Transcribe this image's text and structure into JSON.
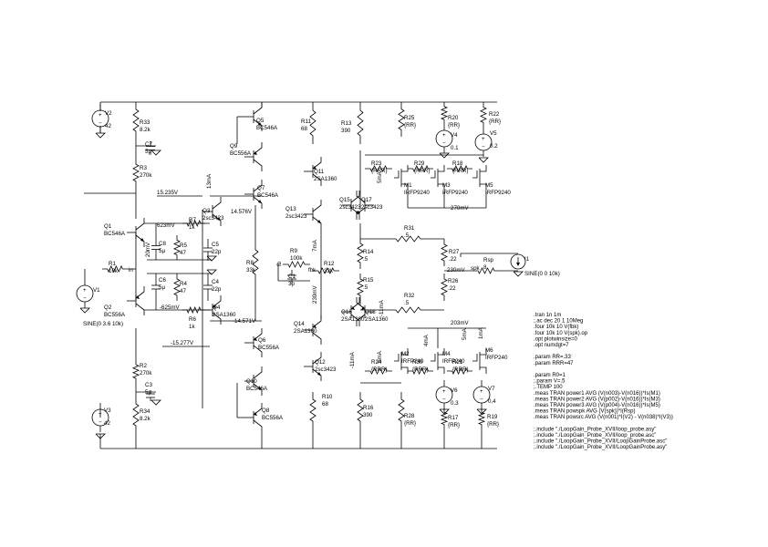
{
  "components": [
    {
      "ref": "V2",
      "value": "42"
    },
    {
      "ref": "V3",
      "value": "42"
    },
    {
      "ref": "V1",
      "value": "SINE(0 3.6 10k)"
    },
    {
      "ref": "R33",
      "value": "8.2k"
    },
    {
      "ref": "R34",
      "value": "8.2k"
    },
    {
      "ref": "C7",
      "value": "5µ"
    },
    {
      "ref": "C3",
      "value": "5µ"
    },
    {
      "ref": "R3",
      "value": "270k"
    },
    {
      "ref": "R2",
      "value": "270k"
    },
    {
      "ref": "R1",
      "value": "10k"
    },
    {
      "ref": "Q1",
      "value": "BC546A"
    },
    {
      "ref": "Q2",
      "value": "BC556A"
    },
    {
      "ref": "Q3",
      "value": "2sc3423"
    },
    {
      "ref": "Q4",
      "value": "2SA1360"
    },
    {
      "ref": "Q5",
      "value": "BC546A"
    },
    {
      "ref": "Q9",
      "value": "BC556A"
    },
    {
      "ref": "Q7",
      "value": "BC546A"
    },
    {
      "ref": "Q6",
      "value": "BC556A"
    },
    {
      "ref": "Q10",
      "value": "BC546A"
    },
    {
      "ref": "Q8",
      "value": "BC556A"
    },
    {
      "ref": "R7",
      "value": "1k"
    },
    {
      "ref": "R6",
      "value": "1k"
    },
    {
      "ref": "R5",
      "value": "47"
    },
    {
      "ref": "R4",
      "value": "47"
    },
    {
      "ref": "C8",
      "value": "5µ"
    },
    {
      "ref": "C6",
      "value": "5µ"
    },
    {
      "ref": "C5",
      "value": "22p"
    },
    {
      "ref": "C4",
      "value": "22p"
    },
    {
      "ref": "R8",
      "value": "33k"
    },
    {
      "ref": "R11",
      "value": "68"
    },
    {
      "ref": "R10",
      "value": "68"
    },
    {
      "ref": "Q11",
      "value": "2SA1360"
    },
    {
      "ref": "Q13",
      "value": "2sc3423"
    },
    {
      "ref": "Q12",
      "value": "2sc3423"
    },
    {
      "ref": "Q14",
      "value": "2SA1360"
    },
    {
      "ref": "R9",
      "value": "100k"
    },
    {
      "ref": "C1",
      "value": "3p"
    },
    {
      "ref": "R12",
      "value": "33k"
    },
    {
      "ref": "R13",
      "value": "390"
    },
    {
      "ref": "R16",
      "value": "390"
    },
    {
      "ref": "Q15",
      "value": "2sc3423"
    },
    {
      "ref": "Q17",
      "value": "2sc3423"
    },
    {
      "ref": "Q16",
      "value": "2SA1360"
    },
    {
      "ref": "Q18",
      "value": "2SA1360"
    },
    {
      "ref": "R14",
      "value": ".5"
    },
    {
      "ref": "R15",
      "value": ".5"
    },
    {
      "ref": "R31",
      "value": ".5"
    },
    {
      "ref": "R32",
      "value": ".5"
    },
    {
      "ref": "R27",
      "value": ".22"
    },
    {
      "ref": "R26",
      "value": ".22"
    },
    {
      "ref": "R25",
      "value": "{RR}"
    },
    {
      "ref": "R20",
      "value": "{RR}"
    },
    {
      "ref": "R22",
      "value": "{RR}"
    },
    {
      "ref": "R28",
      "value": "{RR}"
    },
    {
      "ref": "R17",
      "value": "{RR}"
    },
    {
      "ref": "R19",
      "value": "{RR}"
    },
    {
      "ref": "R23",
      "value": "{RRR}"
    },
    {
      "ref": "R29",
      "value": "{RRR}"
    },
    {
      "ref": "R18",
      "value": "{RRR}"
    },
    {
      "ref": "R24",
      "value": "{RRR}"
    },
    {
      "ref": "R30",
      "value": "{RRR}"
    },
    {
      "ref": "R21",
      "value": "{RRR}"
    },
    {
      "ref": "V4",
      "value": "0.1"
    },
    {
      "ref": "V5",
      "value": "0.2"
    },
    {
      "ref": "V6",
      "value": "0.3"
    },
    {
      "ref": "V7",
      "value": "0.4"
    },
    {
      "ref": "M1",
      "value": "IRFP9240"
    },
    {
      "ref": "M3",
      "value": "IRFP9240"
    },
    {
      "ref": "M5",
      "value": "IRFP9240"
    },
    {
      "ref": "M2",
      "value": "IRFP240"
    },
    {
      "ref": "M4",
      "value": "IRFP240"
    },
    {
      "ref": "M6",
      "value": "IRFP240"
    },
    {
      "ref": "Rsp",
      "value": "8"
    },
    {
      "ref": "I1",
      "value": "SINE(0 0 10k)"
    }
  ],
  "labels": {
    "v15235": "15.235V",
    "v15277": "-15.277V",
    "v14576": "14.576V",
    "v14571": "-14.571V",
    "mv623": "623mV",
    "mv625": "-625mV",
    "mv20": "20mV",
    "ma13": "13mA",
    "ma7": "7mA",
    "mv230a": "230mV",
    "mv230b": "230mV",
    "mv270": "270mV",
    "mv203": "203mV",
    "ma5a": "5mA",
    "ma5b": "5mA",
    "ma5c": "5mA",
    "ma11": "-11mA",
    "ma4": "4mA",
    "ma1": "1mA",
    "in": "in",
    "fb": "fb",
    "fbk": "fbk",
    "spk": "spk",
    "r": "R"
  },
  "directives": [
    ".tran 1n 1m",
    ";.ac dec 20 1 10Meg",
    ".four 10k 10 V(fbk)",
    ".four 10k 10 V(spk).op",
    ".opt plotwinsize=0",
    ".opt numdgt=7",
    "",
    ".param RR=.33",
    ".param RRR=47",
    "",
    ".param R0=1",
    ";.param V=.5",
    ";.TEMP 100",
    ".meas TRAN power1 AVG (V(n003)-V(n016))*Is(M1)",
    ".meas TRAN power2 AVG (V(p002)-V(n016))*Is(M3)",
    ".meas TRAN power3 AVG (V(p004)-V(n016))*Is(M5)",
    ".meas TRAN powspk AVG (V(spk))*I(Rsp)",
    ".meas TRAN powsrc AVG (V(n001)*I(V2) - V(n038)*I(V3))",
    "",
    ";.include \"./LoopGain_Probe_XVII/loop_probe.asy\"",
    ";.include \"./LoopGain_Probe_XVII/loop_probe.asc\"",
    ";.include \"./LoopGain_Probe_XVII/LoopGainProbe.asc\"",
    ";.include \"./LoopGain_Probe_XVII/LoopGainProbe.asy\""
  ]
}
